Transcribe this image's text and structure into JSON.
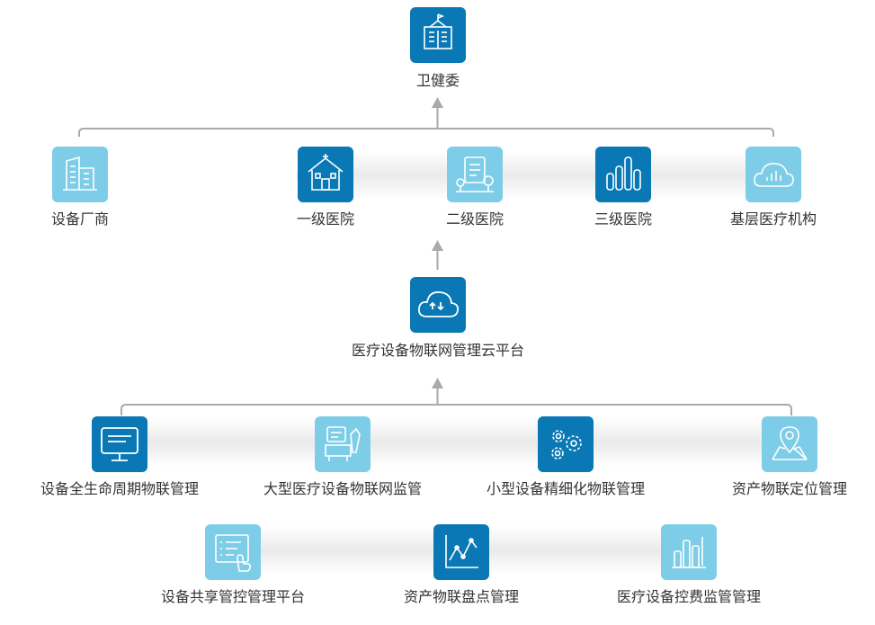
{
  "top": {
    "label": "卫健委",
    "icon": "government-building-icon"
  },
  "hospitals": [
    {
      "label": "设备厂商",
      "icon": "manufacturer-building-icon",
      "style": "light"
    },
    {
      "label": "一级医院",
      "icon": "house-icon",
      "style": "dark"
    },
    {
      "label": "二级医院",
      "icon": "clipboard-trees-icon",
      "style": "light"
    },
    {
      "label": "三级医院",
      "icon": "bar-stats-icon",
      "style": "dark"
    },
    {
      "label": "基层医疗机构",
      "icon": "cloud-chart-icon",
      "style": "light"
    }
  ],
  "platform": {
    "label": "医疗设备物联网管理云平台",
    "icon": "cloud-sync-icon"
  },
  "modules_row1": [
    {
      "label": "设备全生命周期物联管理",
      "icon": "monitor-icon",
      "style": "dark"
    },
    {
      "label": "大型医疗设备物联网监管",
      "icon": "medical-device-icon",
      "style": "light"
    },
    {
      "label": "小型设备精细化物联管理",
      "icon": "gears-icon",
      "style": "dark"
    },
    {
      "label": "资产物联定位管理",
      "icon": "map-pin-icon",
      "style": "light"
    }
  ],
  "modules_row2": [
    {
      "label": "设备共享管控管理平台",
      "icon": "touch-list-icon",
      "style": "light"
    },
    {
      "label": "资产物联盘点管理",
      "icon": "line-chart-icon",
      "style": "dark"
    },
    {
      "label": "医疗设备控费监管管理",
      "icon": "bar-chart-icon",
      "style": "light"
    }
  ],
  "colors": {
    "dark": "#0a78b5",
    "light": "#7ecde8",
    "line": "#aaaaaa"
  }
}
